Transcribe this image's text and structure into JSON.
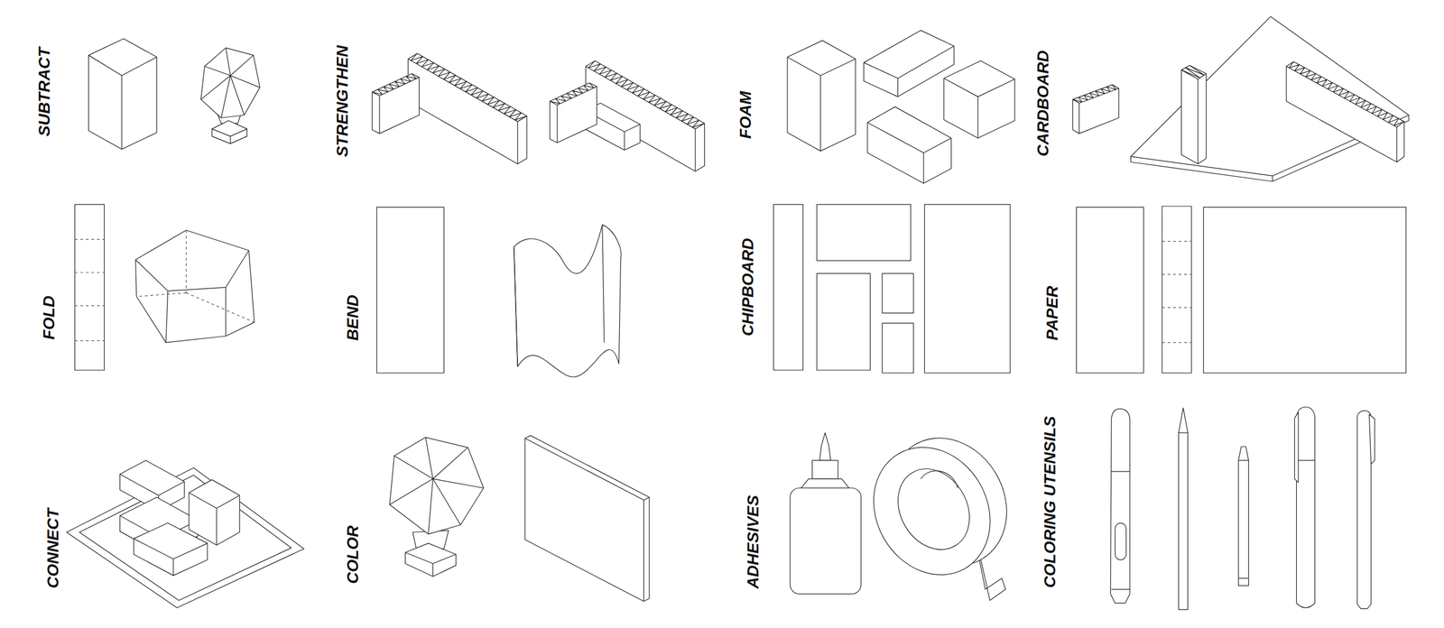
{
  "diagram": {
    "labels": [
      "SUBTRACT",
      "STRENGTHEN",
      "FOAM",
      "CARDBOARD",
      "FOLD",
      "BEND",
      "CHIPBOARD",
      "PAPER",
      "CONNECT",
      "COLOR",
      "ADHESIVES",
      "COLORING UTENSILS"
    ]
  }
}
